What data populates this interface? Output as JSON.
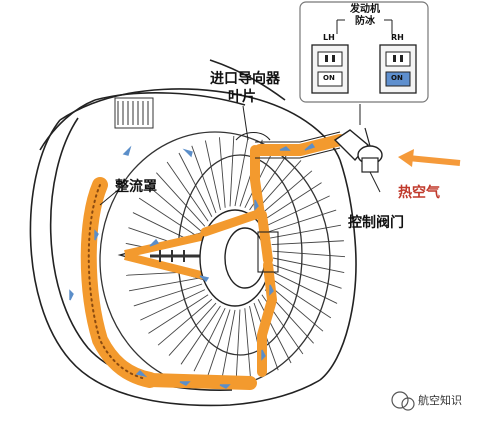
{
  "panel": {
    "title_line1": "发动机",
    "title_line2": "防冰",
    "left_switch": {
      "label": "LH",
      "state": "ON",
      "lit": false
    },
    "right_switch": {
      "label": "RH",
      "state": "ON",
      "lit": true
    }
  },
  "labels": {
    "inlet_guide_vane_line1": "进口导向器",
    "inlet_guide_vane_line2": "叶片",
    "nose_cowl": "整流罩",
    "hot_air": "热空气",
    "control_valve": "控制阀门"
  },
  "watermark": "航空知识",
  "colors": {
    "duct": "#f39a2e",
    "hot_air_arrow": "#f59a3a",
    "hot_air_text": "#c0392b",
    "flow_arrow": "#5b8ec9",
    "lit_switch": "#5e8fce"
  }
}
